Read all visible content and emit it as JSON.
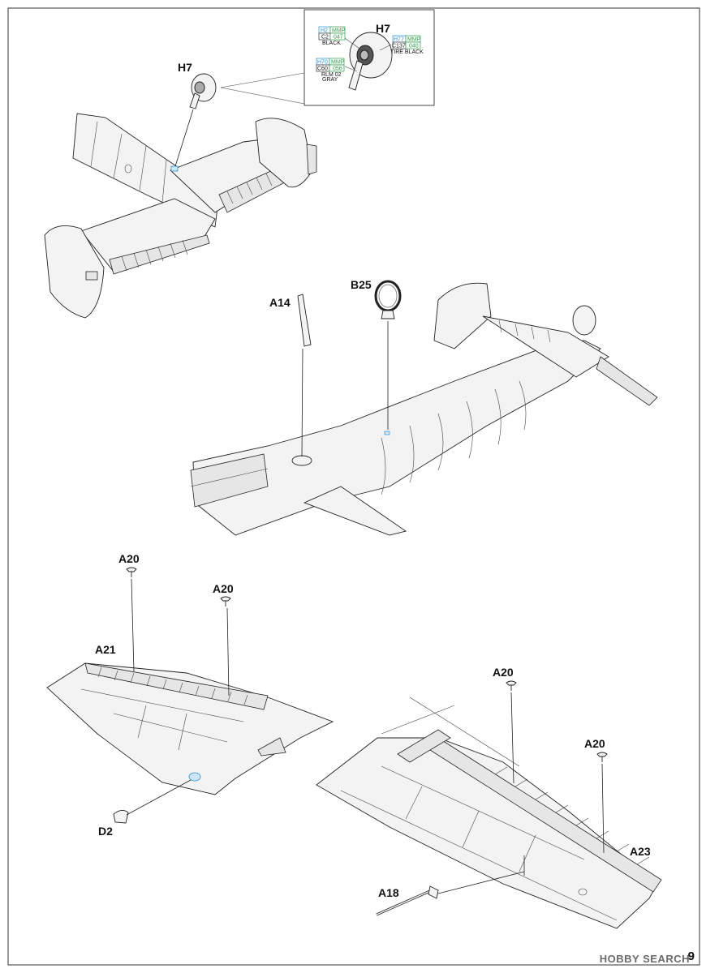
{
  "page_number": "9",
  "watermark": "HOBBY SEARCH",
  "callouts": {
    "h7_main": "H7",
    "h7_inset": "H7",
    "a14": "A14",
    "b25": "B25",
    "a20_1": "A20",
    "a20_2": "A20",
    "a20_3": "A20",
    "a20_4": "A20",
    "a21": "A21",
    "d2": "D2",
    "a18": "A18",
    "a23": "A23"
  },
  "paint_codes": {
    "black": {
      "h": "H2",
      "mmp_label": "MMP",
      "c": "C2",
      "mmp": "047",
      "name": "BLACK"
    },
    "tire": {
      "h": "H77",
      "mmp_label": "MMP",
      "c": "C137",
      "mmp": "040",
      "name": "TIRE BLACK"
    },
    "rlm02": {
      "h": "H70",
      "mmp_label": "MMP",
      "c": "C60",
      "mmp": "056",
      "name1": "RLM 02",
      "name2": "GRAY"
    }
  },
  "colors": {
    "h_code": "#2b8ed6",
    "mmp_code": "#2e9e4a",
    "line": "#222222"
  }
}
